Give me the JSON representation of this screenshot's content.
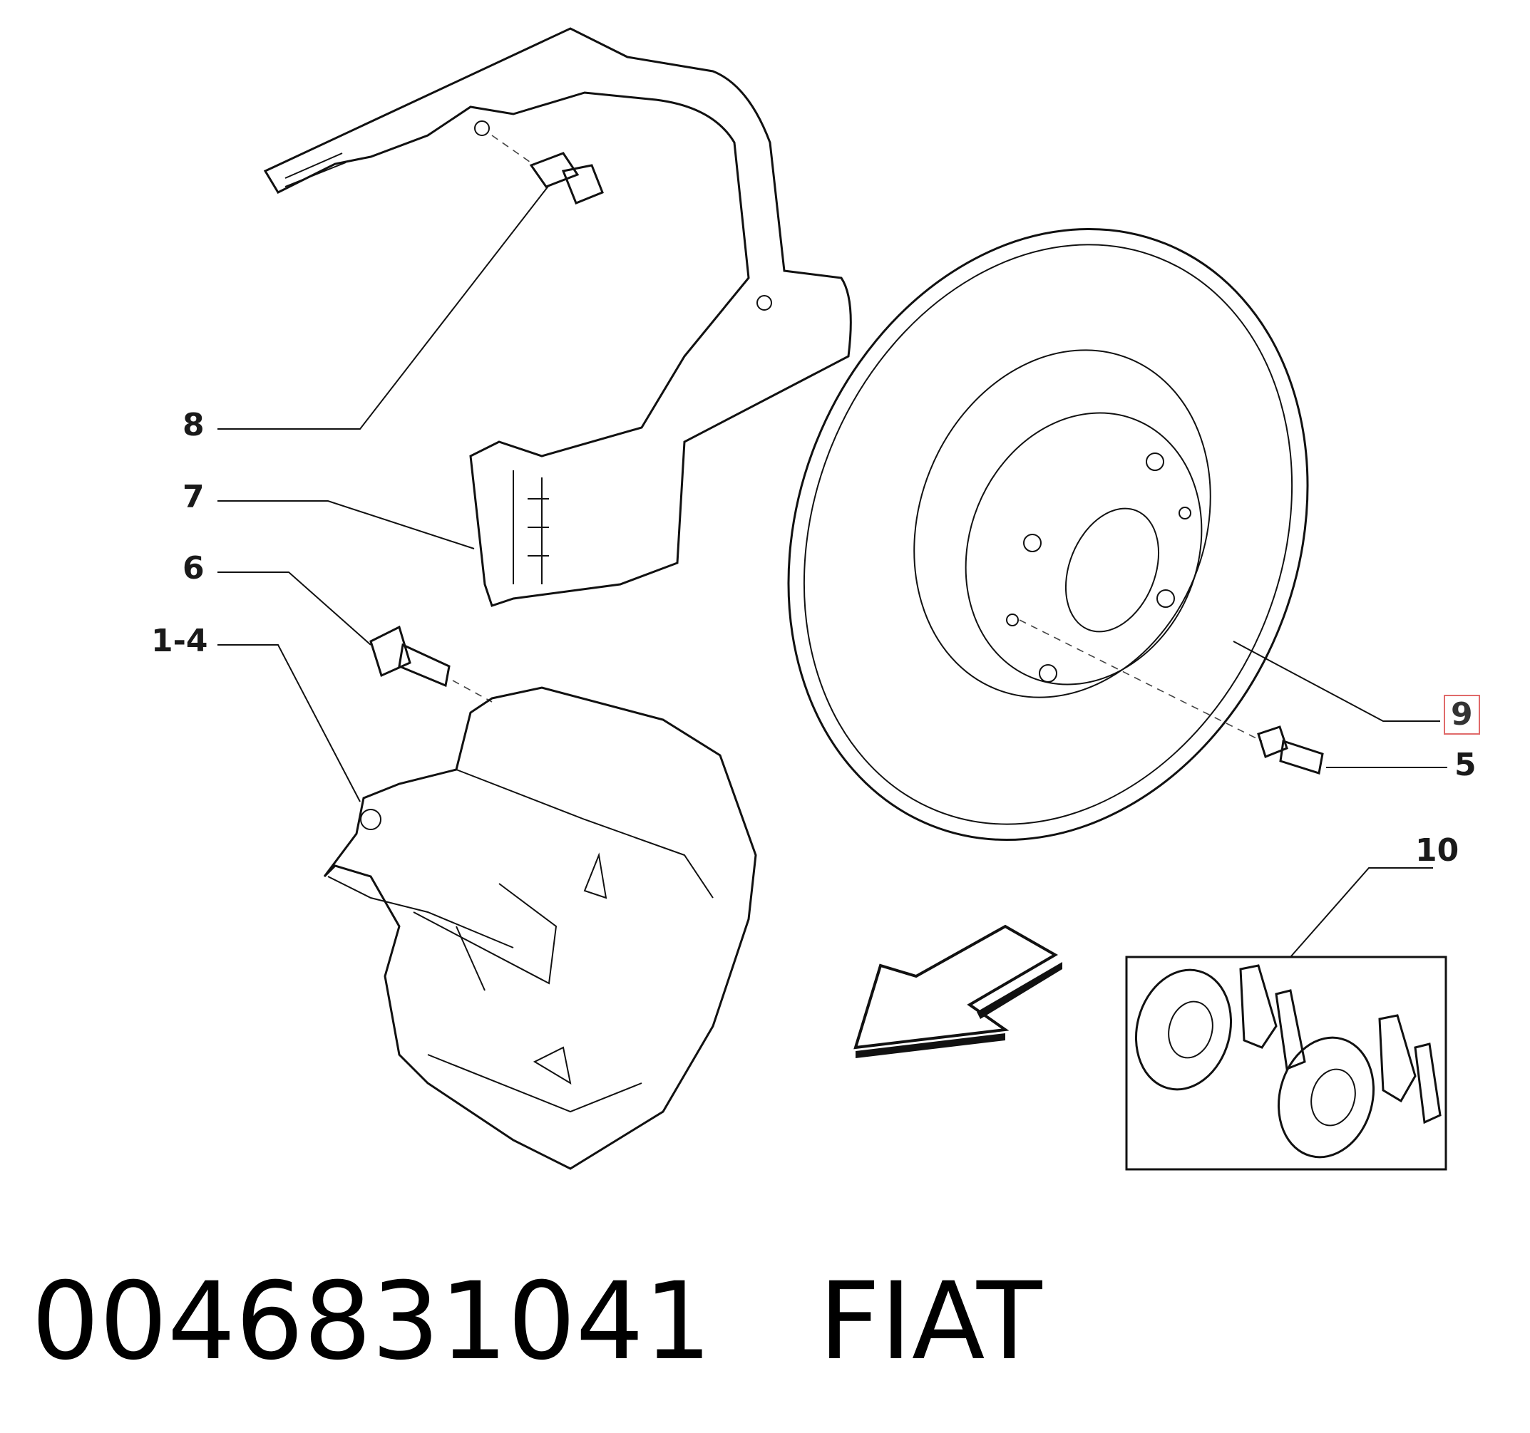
{
  "callouts": {
    "c8": "8",
    "c7": "7",
    "c6": "6",
    "c14": "1-4",
    "c9": "9",
    "c5": "5",
    "c10": "10"
  },
  "caption": {
    "part_number": "0046831041",
    "brand": "FIAT"
  },
  "colors": {
    "highlight": "#e06a6a",
    "line": "#111111"
  }
}
